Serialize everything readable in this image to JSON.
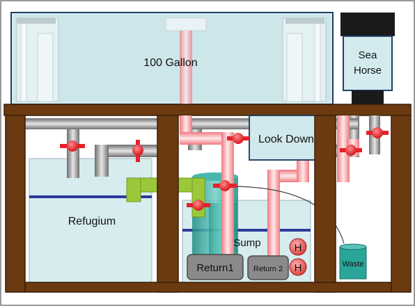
{
  "labels": {
    "main_tank": "100 Gallon",
    "sea_horse_line1": "Sea",
    "sea_horse_line2": "Horse",
    "look_down": "Look Down",
    "refugium": "Refugium",
    "sump": "Sump",
    "return1": "Return1",
    "return2": "Return 2",
    "heater": "H",
    "waste": "Waste"
  },
  "colors": {
    "wood": "#6b3a10",
    "wood_dark": "#3b1e08",
    "water": "#cfe8ec",
    "water_line": "#2b3a9a",
    "tank_border": "#1f3f66",
    "valve": "#e8202a",
    "pipe_gray": "#9c9c9c",
    "pipe_green": "#9ac83a",
    "pipe_teal": "#2aa59a",
    "pump_gray": "#8a8a8a",
    "heater_red": "#e05050"
  }
}
